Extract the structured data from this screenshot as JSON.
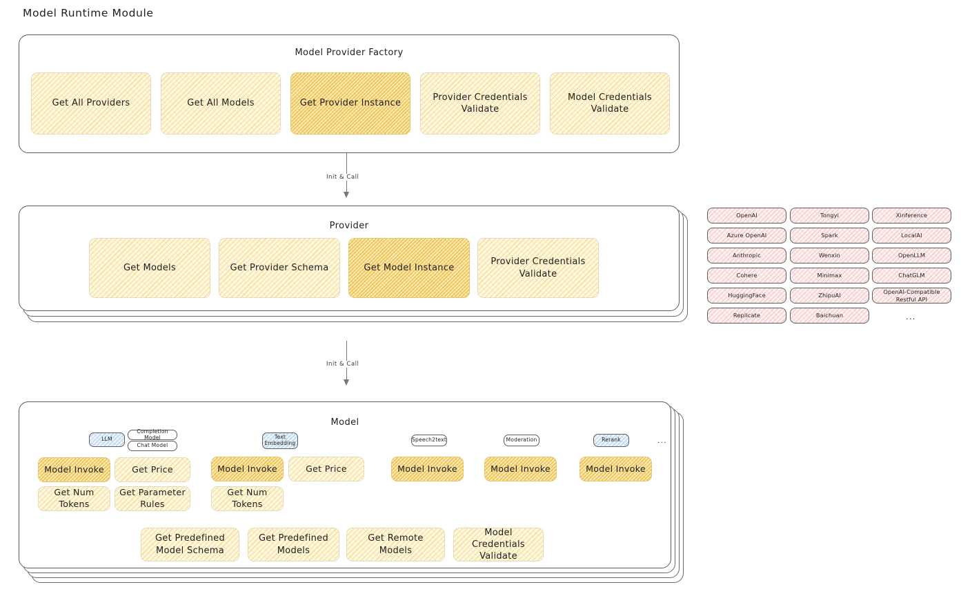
{
  "page": {
    "title": "Model Runtime Module"
  },
  "factory": {
    "title": "Model Provider Factory",
    "nodes": [
      {
        "label": "Get All Providers",
        "highlight": false
      },
      {
        "label": "Get All Models",
        "highlight": false
      },
      {
        "label": "Get Provider Instance",
        "highlight": true
      },
      {
        "label": "Provider Credentials Validate",
        "highlight": false
      },
      {
        "label": "Model Credentials Validate",
        "highlight": false
      }
    ]
  },
  "arrows": [
    {
      "label": "Init & Call"
    },
    {
      "label": "Init & Call"
    }
  ],
  "provider": {
    "title": "Provider",
    "nodes": [
      {
        "label": "Get Models",
        "highlight": false
      },
      {
        "label": "Get Provider Schema",
        "highlight": false
      },
      {
        "label": "Get Model Instance",
        "highlight": true
      },
      {
        "label": "Provider Credentials Validate",
        "highlight": false
      }
    ]
  },
  "provider_list": {
    "columns": [
      [
        "OpenAI",
        "Azure OpenAI",
        "Anthropic",
        "Cohere",
        "HuggingFace",
        "Replicate"
      ],
      [
        "Tongyi",
        "Spark",
        "Wenxin",
        "Minimax",
        "ZhipuAI",
        "Baichuan"
      ],
      [
        "Xinference",
        "LocalAI",
        "OpenLLM",
        "ChatGLM",
        "OpenAI-Compatible Restful API"
      ]
    ],
    "more": "..."
  },
  "model": {
    "title": "Model",
    "more": "...",
    "groups": [
      {
        "tags": [
          {
            "label": "LLM",
            "style": "blue"
          },
          {
            "label": "Completion Model",
            "style": "white"
          },
          {
            "label": "Chat Model",
            "style": "white"
          }
        ],
        "nodes": [
          {
            "label": "Model Invoke",
            "highlight": true
          },
          {
            "label": "Get Price",
            "highlight": false
          },
          {
            "label": "Get Num Tokens",
            "highlight": false
          },
          {
            "label": "Get Parameter Rules",
            "highlight": false
          }
        ]
      },
      {
        "tags": [
          {
            "label": "Text Embedding",
            "style": "blue"
          }
        ],
        "nodes": [
          {
            "label": "Model Invoke",
            "highlight": true
          },
          {
            "label": "Get Price",
            "highlight": false
          },
          {
            "label": "Get Num Tokens",
            "highlight": false
          }
        ]
      },
      {
        "tags": [
          {
            "label": "Speech2text",
            "style": "white"
          }
        ],
        "nodes": [
          {
            "label": "Model Invoke",
            "highlight": true
          }
        ]
      },
      {
        "tags": [
          {
            "label": "Moderation",
            "style": "white"
          }
        ],
        "nodes": [
          {
            "label": "Model Invoke",
            "highlight": true
          }
        ]
      },
      {
        "tags": [
          {
            "label": "Rerank",
            "style": "blue"
          }
        ],
        "nodes": [
          {
            "label": "Model Invoke",
            "highlight": true
          }
        ]
      }
    ],
    "common_nodes": [
      {
        "label": "Get Predefined Model Schema"
      },
      {
        "label": "Get Predefined Models"
      },
      {
        "label": "Get Remote Models"
      },
      {
        "label": "Model Credentials Validate"
      }
    ]
  },
  "colors": {
    "highlight_fill": "#fbeaba",
    "node_fill": "#fdf7e3",
    "provider_chip_fill": "#fdf1f1",
    "tag_blue_fill": "#eef5fc",
    "stroke": "#5c5c5c",
    "text": "#1e1e1e"
  }
}
